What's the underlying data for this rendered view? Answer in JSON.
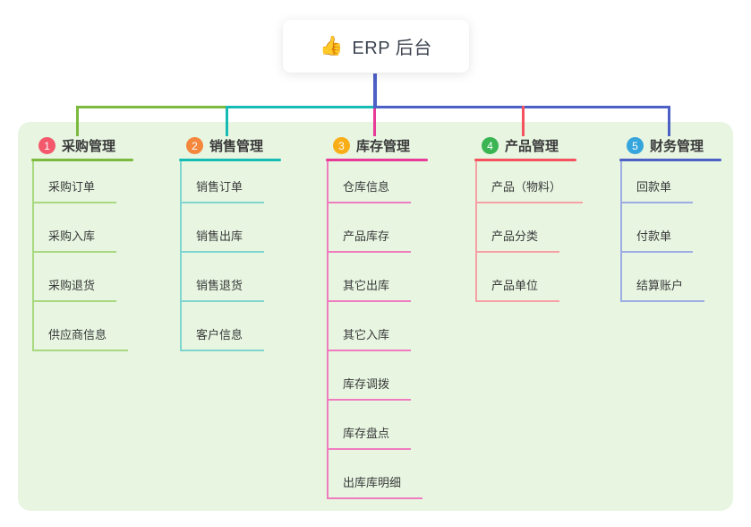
{
  "root": {
    "icon": "👍",
    "title": "ERP 后台"
  },
  "colors": {
    "panel_background": "#e7f5e1",
    "root_connector": "#4d60c6",
    "branch_line": [
      "#7cb93f",
      "#16bcb4",
      "#e83b97",
      "#f4525f",
      "#4d60c6"
    ],
    "branch_child_line": [
      "#a8d87f",
      "#7fd6cf",
      "#f07cc0",
      "#f7a0a5",
      "#9dace2"
    ],
    "branch_badge": [
      "#f4586c",
      "#f5873d",
      "#f9ae17",
      "#3bb454",
      "#35a5dc"
    ]
  },
  "branches": [
    {
      "num": "1",
      "label": "采购管理",
      "children": [
        "采购订单",
        "采购入库",
        "采购退货",
        "供应商信息"
      ]
    },
    {
      "num": "2",
      "label": "销售管理",
      "children": [
        "销售订单",
        "销售出库",
        "销售退货",
        "客户信息"
      ]
    },
    {
      "num": "3",
      "label": "库存管理",
      "children": [
        "仓库信息",
        "产品库存",
        "其它出库",
        "其它入库",
        "库存调拨",
        "库存盘点",
        "出库库明细"
      ]
    },
    {
      "num": "4",
      "label": "产品管理",
      "children": [
        "产品（物料）",
        "产品分类",
        "产品单位"
      ]
    },
    {
      "num": "5",
      "label": "财务管理",
      "children": [
        "回款单",
        "付款单",
        "结算账户"
      ]
    }
  ]
}
